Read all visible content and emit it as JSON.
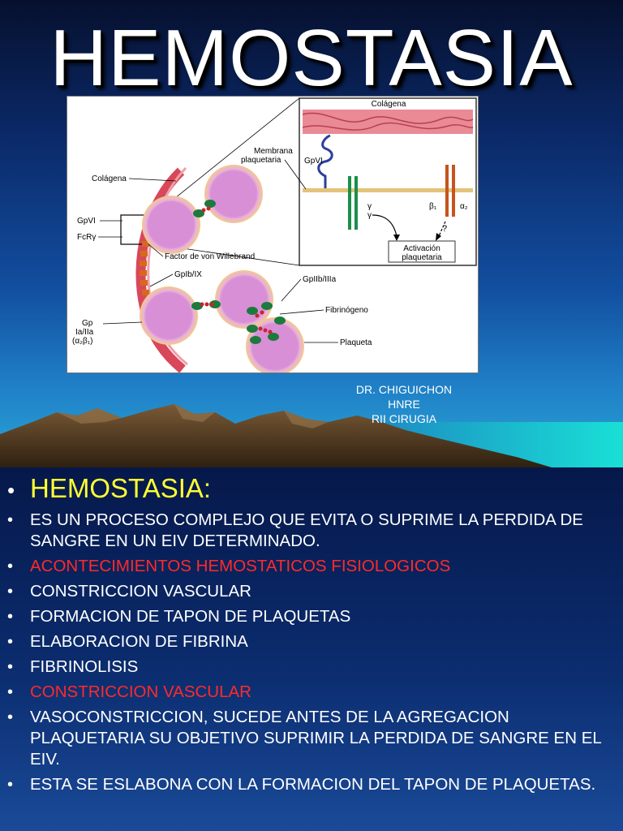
{
  "slide": {
    "title": "HEMOSTASIA",
    "author": {
      "line1": "DR.  CHIGUICHON",
      "line2": "HNRE",
      "line3": "RII CIRUGIA"
    }
  },
  "figure": {
    "labels": {
      "colagena_top": "Colágena",
      "membrana_1": "Membrana",
      "membrana_2": "plaquetaria",
      "gpvi_inset": "GpVI",
      "gamma1": "γ",
      "gamma2": "γ",
      "beta1": "β₁",
      "alpha2": "α₂",
      "question": "?",
      "activacion_1": "Activación",
      "activacion_2": "plaquetaria",
      "colagena_left": "Colágena",
      "gpvi_left": "GpVI",
      "fcr": "FcRγ",
      "vwf": "Factor de von Willebrand",
      "gpib": "GpIb/IX",
      "gpiib": "GpIIb/IIIa",
      "fibrinogeno": "Fibrinógeno",
      "gp_1": "Gp",
      "gp_2": "Ia/IIa",
      "gp_3": "(α₂β₁)",
      "plaqueta": "Plaqueta"
    }
  },
  "bullets": {
    "heading": "HEMOSTASIA:",
    "items": [
      {
        "text": "ES UN PROCESO COMPLEJO QUE EVITA O SUPRIME LA PERDIDA DE SANGRE EN UN EIV DETERMINADO.",
        "color": "#ffffff"
      },
      {
        "text": "ACONTECIMIENTOS HEMOSTATICOS FISIOLOGICOS",
        "color": "#ff2a2a"
      },
      {
        "text": "CONSTRICCION VASCULAR",
        "color": "#ffffff"
      },
      {
        "text": "FORMACION DE TAPON DE PLAQUETAS",
        "color": "#ffffff"
      },
      {
        "text": "ELABORACION DE FIBRINA",
        "color": "#ffffff"
      },
      {
        "text": "FIBRINOLISIS",
        "color": "#ffffff"
      },
      {
        "text": "CONSTRICCION VASCULAR",
        "color": "#ff2a2a"
      },
      {
        "text": "VASOCONSTRICCION, SUCEDE  ANTES DE LA AGREGACION PLAQUETARIA SU OBJETIVO SUPRIMIR LA PERDIDA DE SANGRE EN EL EIV.",
        "color": "#ffffff"
      },
      {
        "text": "ESTA SE ESLABONA CON LA FORMACION DEL TAPON DE PLAQUETAS.",
        "color": "#ffffff"
      }
    ]
  },
  "colors": {
    "heading": "#ffff33",
    "highlight": "#ff2a2a",
    "text": "#ffffff",
    "platelet": "#d88fd6",
    "platelet_rim": "#f2c98a",
    "collagen": "#d9475a"
  }
}
